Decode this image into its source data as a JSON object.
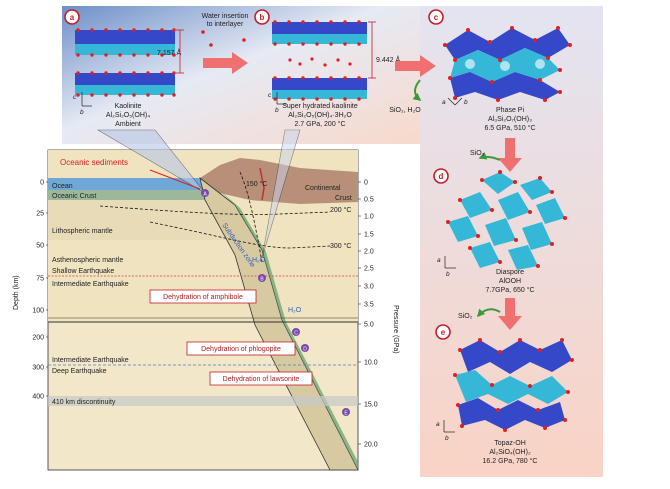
{
  "panels": {
    "a": {
      "letter": "a",
      "name": "Kaolinite",
      "formula": "Al₂Si₂O₅(OH)₄",
      "cond": "Ambient",
      "spacing": "7.157 Å"
    },
    "b": {
      "letter": "b",
      "name": "Super hydrated kaolinite",
      "formula": "Al₂Si₂O₅(OH)₄·3H₂O",
      "cond": "2.7 GPa, 200 °C",
      "spacing": "9.442 Å"
    },
    "c": {
      "letter": "c",
      "name": "Phase Pi",
      "formula": "Al₃Si₂O₇(OH)₃",
      "cond": "6.5 GPa, 510 °C"
    },
    "d": {
      "letter": "d",
      "name": "Diaspore",
      "formula": "AlOOH",
      "cond": "7.7GPa, 650 °C"
    },
    "e": {
      "letter": "e",
      "name": "Topaz-OH",
      "formula": "Al₂SiO₄(OH)₂",
      "cond": "16.2 GPa, 780 °C"
    }
  },
  "arrows": {
    "water_line1": "Water insertion",
    "water_line2": "to interlayer",
    "b_to_c": "SiO₂, H₂O",
    "c_to_d": "SiO₂",
    "d_to_e": "SiO₂"
  },
  "axes": {
    "a": "a",
    "b": "b",
    "c": "c"
  },
  "section": {
    "oceanic_sediments": "Oceanic sediments",
    "ocean": "Ocean",
    "oceanic_crust": "Oceanic Crust",
    "lithospheric_mantle": "Lithospheric mantle",
    "asthenospheric_mantle": "Asthenospheric mantle",
    "shallow_eq": "Shallow Earthquake",
    "intermediate_eq": "Intermediate Earthquake",
    "intermediate_eq2": "Intermediate Earthquake",
    "deep_eq": "Deep Earthquake",
    "discontinuity": "410 km discontinuity",
    "subduction_zone": "Subduction zone",
    "continental": "Continental",
    "crust": "Crust",
    "h2o_1": "H₂O",
    "h2o_2": "H₂O",
    "iso_150": "150 °C",
    "iso_200": "200 °C",
    "iso_300": "300 °C",
    "dehyd_amphibole": "Dehydration of amphibole",
    "dehyd_phlogopite": "Dehydration of phlogopite",
    "dehyd_lawsonite": "Dehydration of lawsonite",
    "markers": [
      "A",
      "B",
      "C",
      "D",
      "E"
    ]
  },
  "depth_axis": {
    "title": "Depth (km)",
    "ticks": [
      "0",
      "25",
      "50",
      "75",
      "100",
      "200",
      "300",
      "400"
    ]
  },
  "pressure_axis": {
    "title": "Pressure (GPa)",
    "ticks": [
      "0",
      "0.5",
      "1.0",
      "1.5",
      "2.0",
      "2.5",
      "3.0",
      "3.5",
      "5.0",
      "10.0",
      "15.0",
      "20.0"
    ]
  },
  "colors": {
    "ocean": "#6fa8d6",
    "crust": "#9bb89a",
    "lithosphere": "#e8dcb8",
    "asthenosphere": "#f2e7c8",
    "continental": "#b8907a",
    "slab": "#d7c9a0",
    "tetra": "#3548c8",
    "octa": "#35b8d8",
    "oxygen": "#e02020",
    "arrow": "#f07070",
    "label_red": "#b02020"
  }
}
